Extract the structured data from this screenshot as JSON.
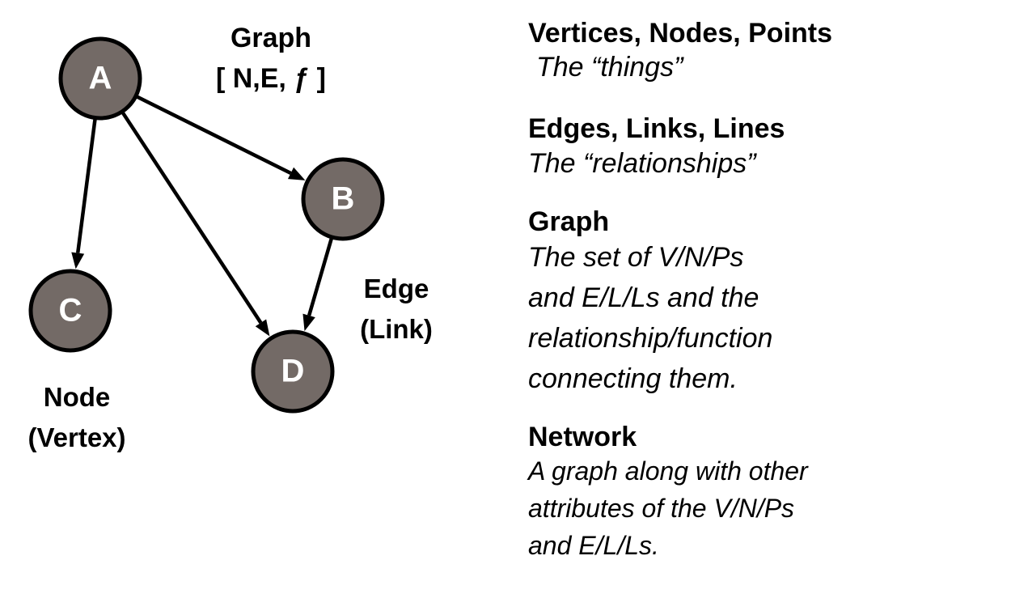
{
  "diagram": {
    "title_line1": "Graph",
    "title_line2": "[ N,E, ƒ ]",
    "nodes": [
      "A",
      "B",
      "C",
      "D"
    ],
    "edges": [
      [
        "A",
        "B"
      ],
      [
        "A",
        "C"
      ],
      [
        "A",
        "D"
      ],
      [
        "B",
        "D"
      ]
    ],
    "edge_caption": [
      "Edge",
      "(Link)"
    ],
    "node_caption": [
      "Node",
      "(Vertex)"
    ],
    "colors": {
      "node_fill": "#736a66",
      "node_stroke": "#000000",
      "node_text": "#ffffff"
    }
  },
  "definitions": [
    {
      "term": "Vertices, Nodes, Points",
      "desc": "The “things”"
    },
    {
      "term": "Edges, Links, Lines",
      "desc": "The “relationships”"
    },
    {
      "term": "Graph",
      "desc": "The set of V/N/Ps\nand E/L/Ls and the\nrelationship/function\nconnecting them."
    },
    {
      "term": "Network",
      "desc": "A graph along with other\nattributes of the V/N/Ps\nand E/L/Ls."
    }
  ]
}
